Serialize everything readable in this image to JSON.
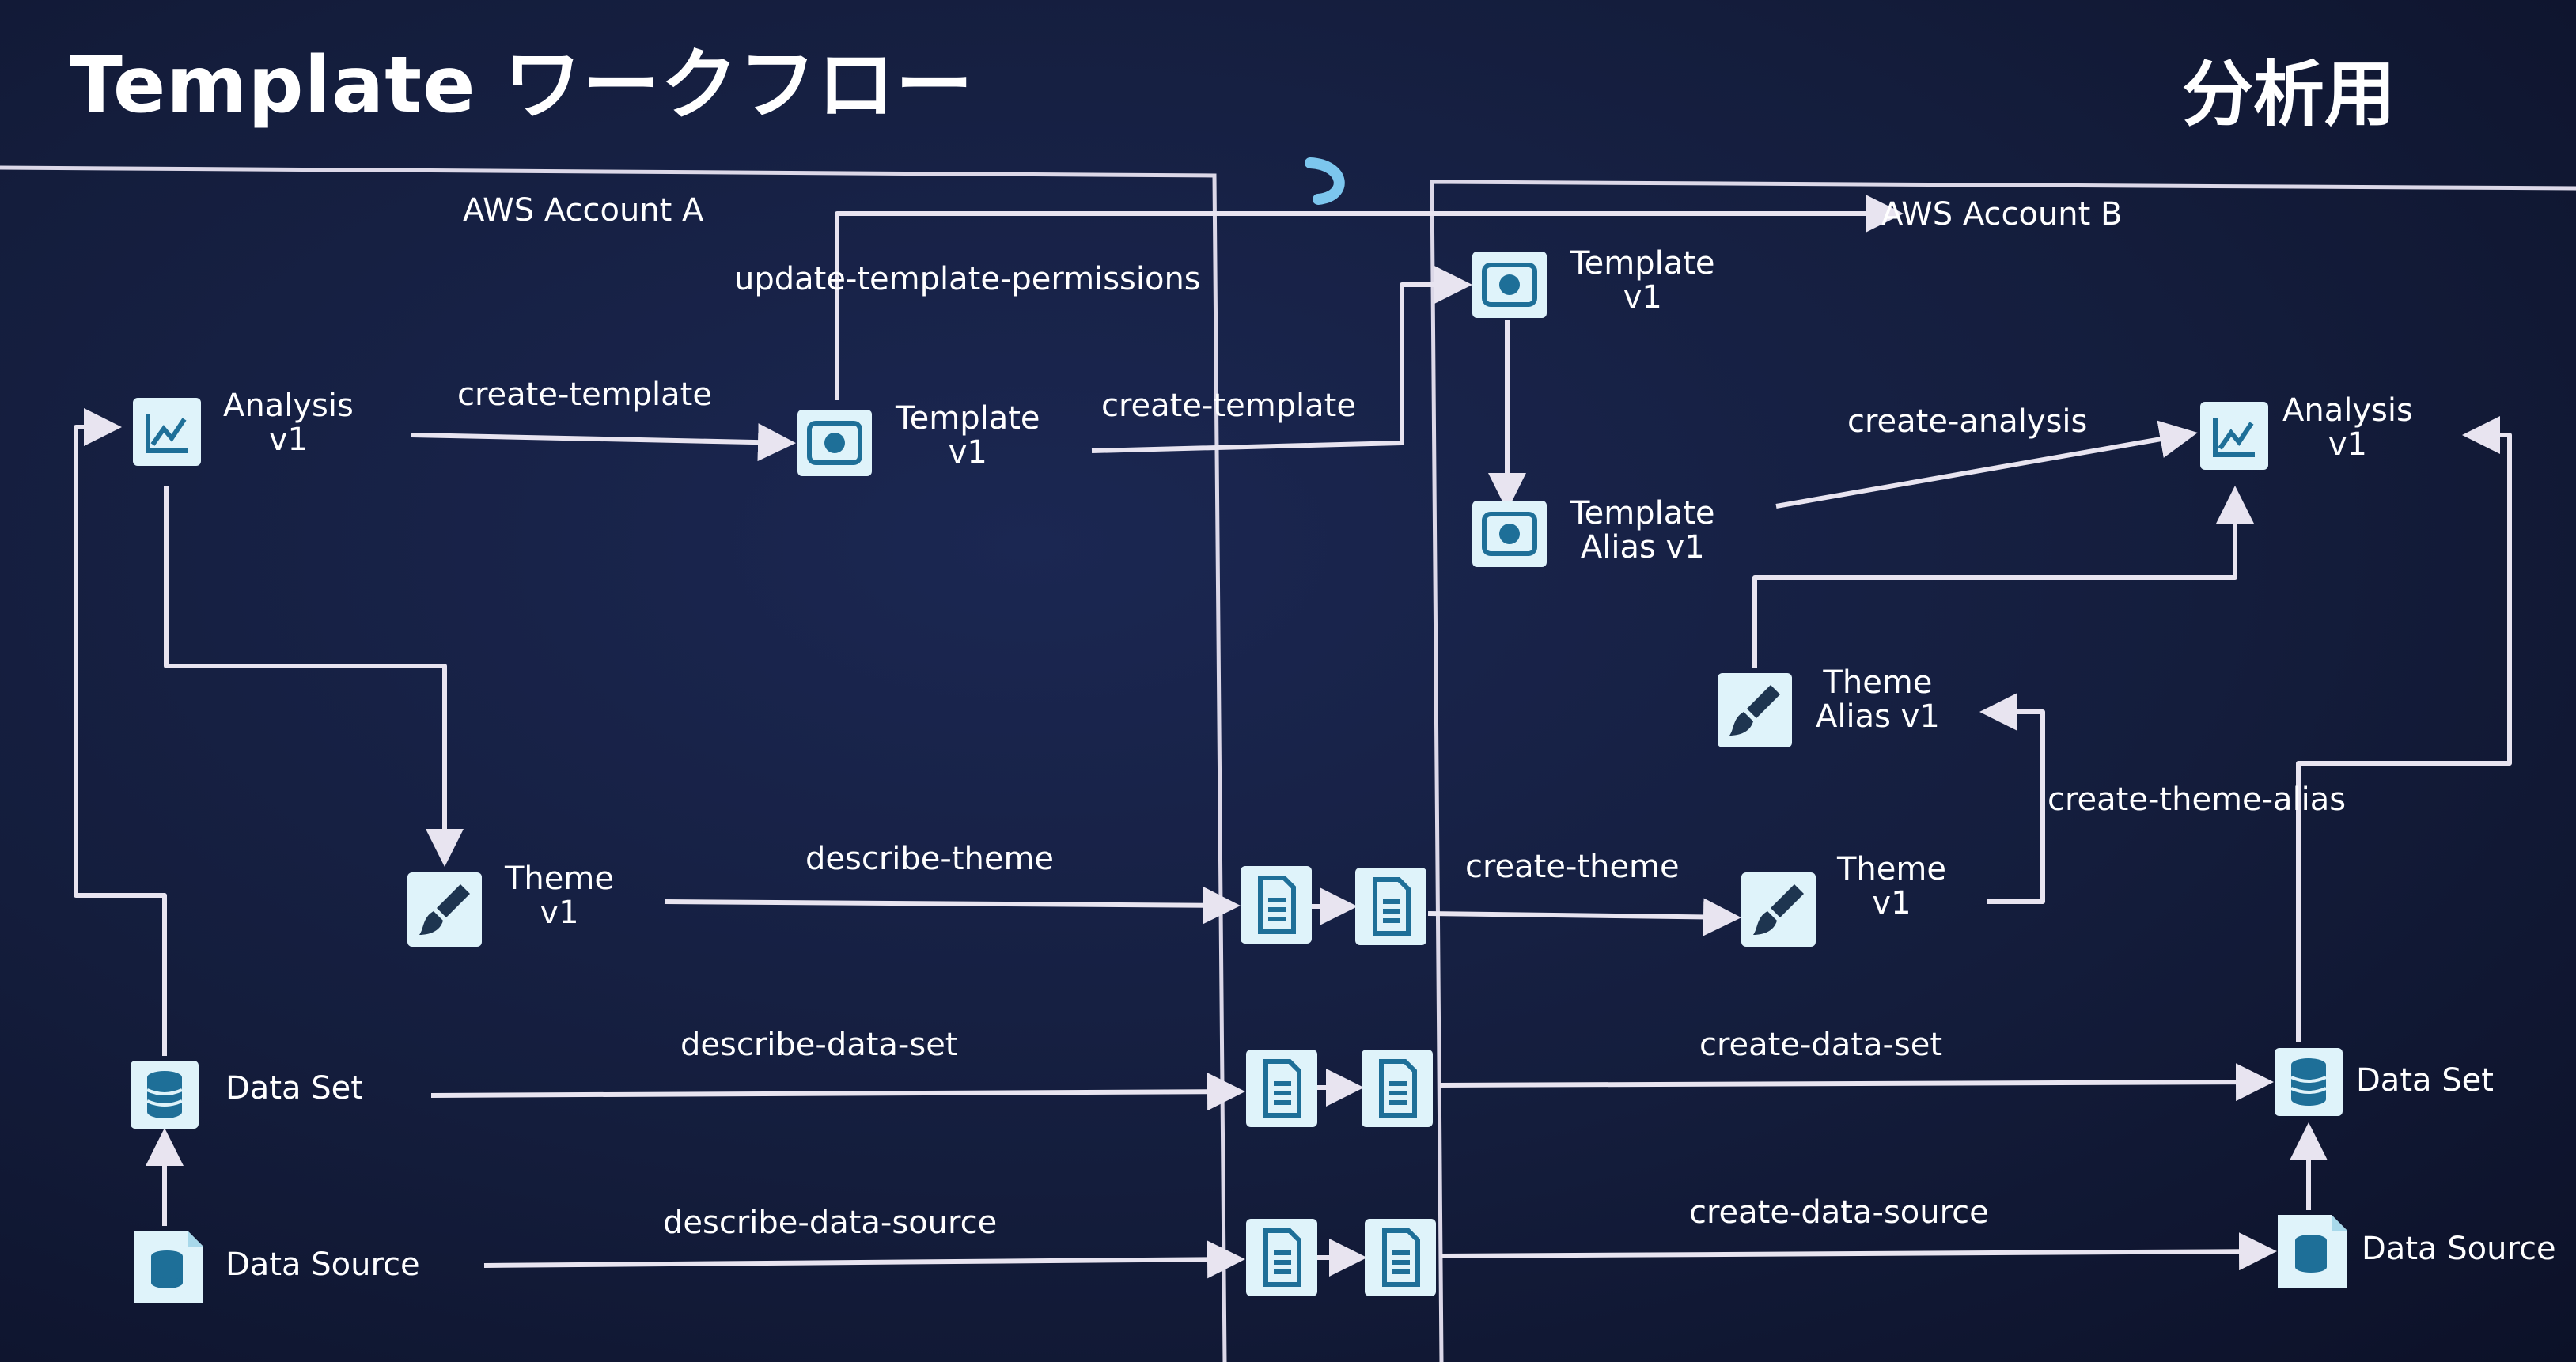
{
  "title": "Template ワークフロー",
  "subtitle": "分析用",
  "accounts": {
    "a": "AWS Account A",
    "b": "AWS Account B"
  },
  "nodes": {
    "a_analysis": [
      "Analysis",
      "v1"
    ],
    "a_template": [
      "Template",
      "v1"
    ],
    "a_theme": [
      "Theme",
      "v1"
    ],
    "a_dataset": "Data Set",
    "a_datasource": "Data Source",
    "b_template": [
      "Template",
      "v1"
    ],
    "b_template_alias": [
      "Template",
      "Alias v1"
    ],
    "b_analysis": [
      "Analysis",
      "v1"
    ],
    "b_theme_alias": [
      "Theme",
      "Alias v1"
    ],
    "b_theme": [
      "Theme",
      "v1"
    ],
    "b_dataset": "Data Set",
    "b_datasource": "Data Source"
  },
  "edges": {
    "update_permissions": "update-template-permissions",
    "create_template_a": "create-template",
    "create_template_b": "create-template",
    "create_analysis": "create-analysis",
    "create_theme_alias": "create-theme-alias",
    "describe_theme": "describe-theme",
    "create_theme": "create-theme",
    "describe_data_set": "describe-data-set",
    "create_data_set": "create-data-set",
    "describe_data_source": "describe-data-source",
    "create_data_source": "create-data-source"
  },
  "colors": {
    "background": "#141d3c",
    "icon_fill": "#dff3fa",
    "icon_glyph": "#1e6f98",
    "line": "#e8e4f0"
  }
}
